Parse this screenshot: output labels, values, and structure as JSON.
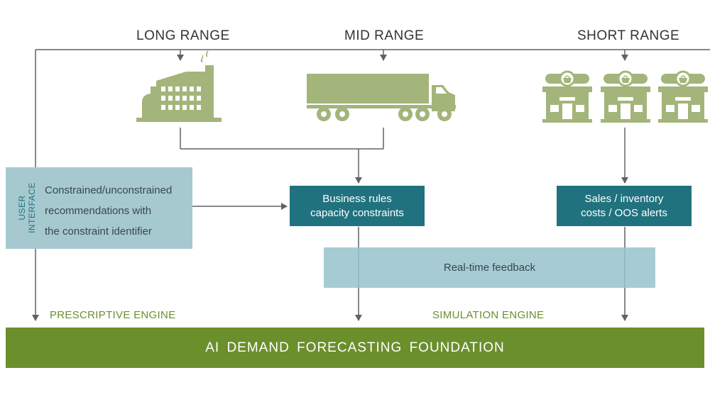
{
  "ranges": {
    "long": "LONG RANGE",
    "mid": "MID RANGE",
    "short": "SHORT RANGE"
  },
  "ui_panel": {
    "side_label": "USER INTERFACE",
    "line1": "Constrained/unconstrained",
    "line2": "recommendations with",
    "line3": "the constraint identifier"
  },
  "business_box": {
    "line1": "Business rules",
    "line2": "capacity constraints"
  },
  "sales_box": {
    "line1": "Sales / inventory",
    "line2": "costs / OOS alerts"
  },
  "feedback": "Real-time feedback",
  "engines": {
    "prescriptive": "PRESCRIPTIVE ENGINE",
    "simulation": "SIMULATION ENGINE"
  },
  "foundation": "AI DEMAND FORECASTING FOUNDATION",
  "colors": {
    "icon_green": "#a3b57a",
    "dark_teal": "#21727f",
    "light_teal": "#a6c9d0",
    "foundation_green": "#6b8f2b",
    "engine_text": "#6d8e2b",
    "line_gray": "#5f6368"
  },
  "icons": [
    "factory-icon",
    "truck-icon",
    "store-icon"
  ]
}
